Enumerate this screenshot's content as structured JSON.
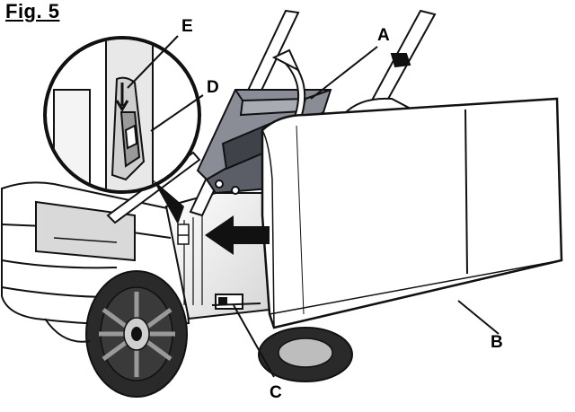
{
  "figure": {
    "title": "Fig. 5"
  },
  "callouts": {
    "a": "A",
    "b": "B",
    "c": "C",
    "d": "D",
    "e": "E"
  },
  "colors": {
    "line": "#111111",
    "bag_shade": "#8a8d96",
    "bag_dark": "#5b5e66",
    "body_light": "#e6e6e6",
    "tire": "#2a2a2a"
  }
}
